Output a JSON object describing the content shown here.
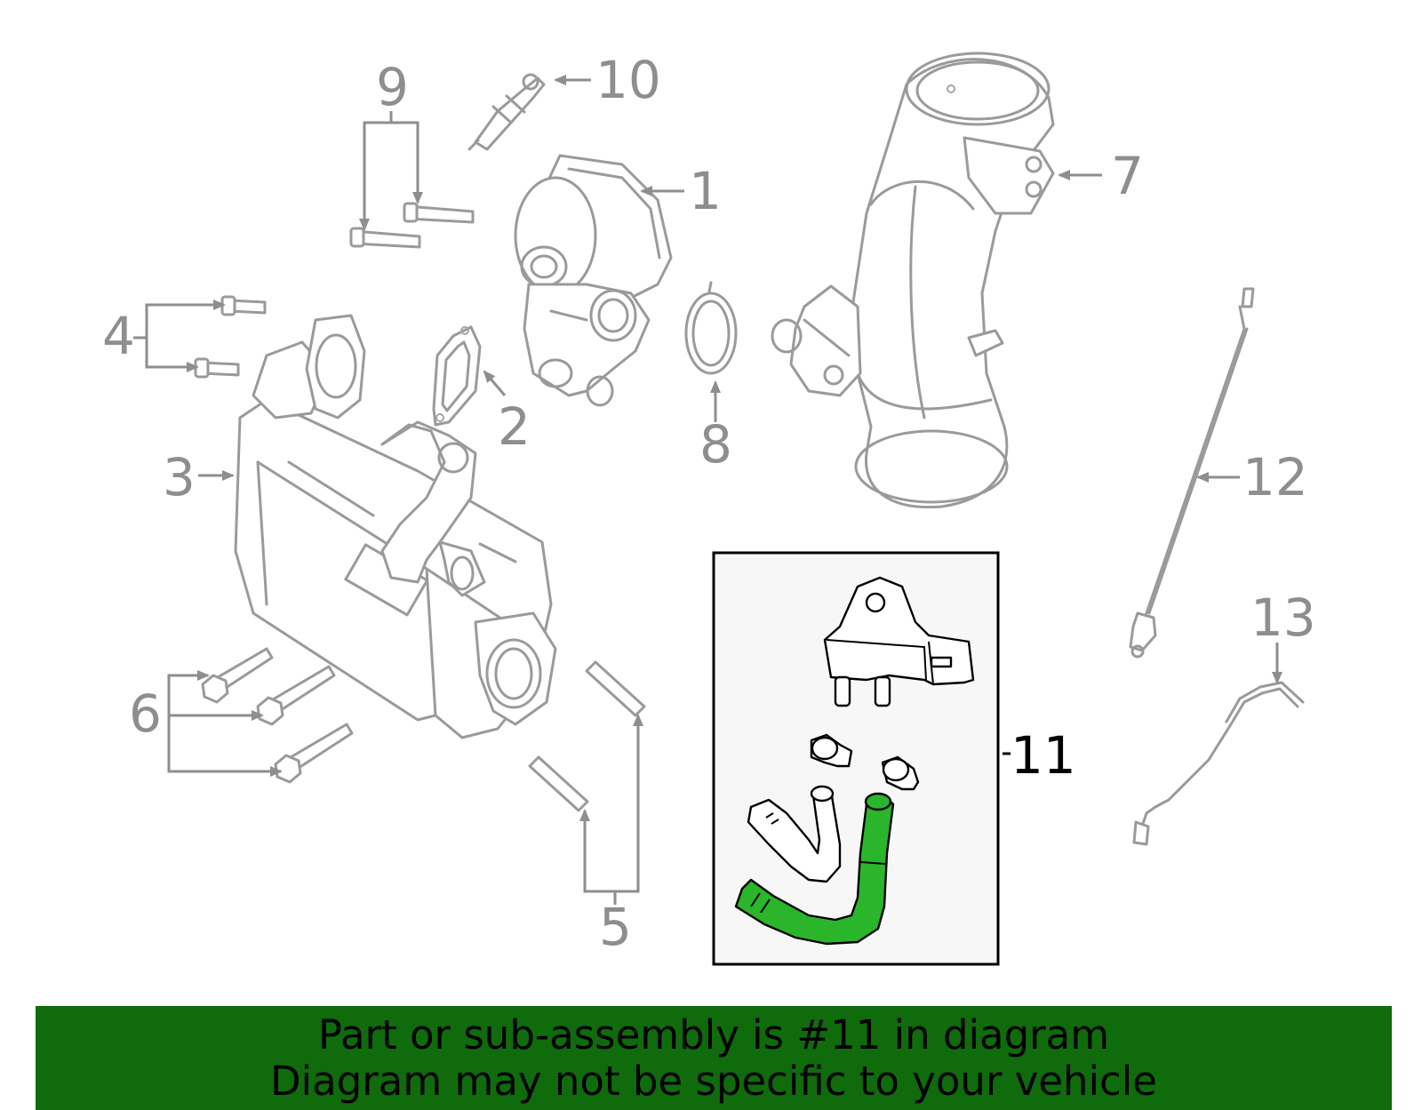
{
  "diagram": {
    "callouts": [
      {
        "id": "1",
        "label": "1"
      },
      {
        "id": "2",
        "label": "2"
      },
      {
        "id": "3",
        "label": "3"
      },
      {
        "id": "4",
        "label": "4"
      },
      {
        "id": "5",
        "label": "5"
      },
      {
        "id": "6",
        "label": "6"
      },
      {
        "id": "7",
        "label": "7"
      },
      {
        "id": "8",
        "label": "8"
      },
      {
        "id": "9",
        "label": "9"
      },
      {
        "id": "10",
        "label": "10"
      },
      {
        "id": "11",
        "label": "11"
      },
      {
        "id": "12",
        "label": "12"
      },
      {
        "id": "13",
        "label": "13"
      }
    ],
    "highlighted_part": "11",
    "colors": {
      "line_art": "#9a9a9a",
      "highlight_hose": "#2bb52b",
      "inset_background": "#f7f7f7",
      "banner_background": "#0f6b0c"
    }
  },
  "banner": {
    "line1": "Part or sub-assembly is #11 in diagram",
    "line2": "Diagram may not be specific to your vehicle"
  }
}
